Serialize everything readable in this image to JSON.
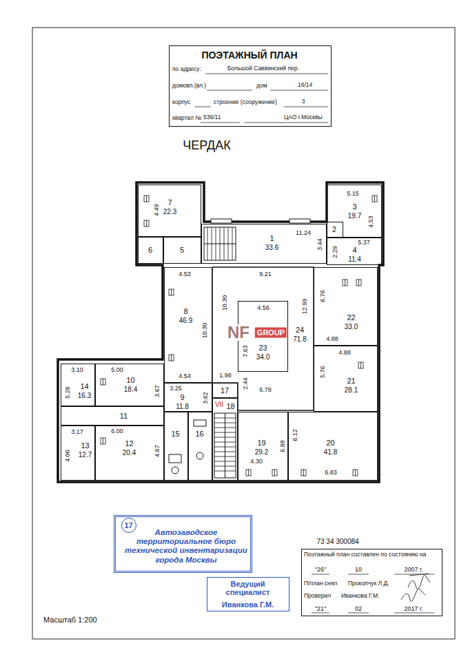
{
  "diagram": {
    "title": "ЧЕРДАК",
    "nodes": [
      {
        "text": [
          "ПОЭТАЖНЫЙ ПЛАН",
          "по адресу:",
          "Большой Саввинский пер.",
          "домовл.(вл.)",
          "дом",
          "16/14",
          "корпус",
          "строение (сооружение)",
          "3",
          "квартал №",
          "536/11",
          "ЦАО г.Москвы"
        ]
      },
      {
        "text": [
          "7",
          "22.3"
        ]
      },
      {
        "text": [
          "1",
          "33.6"
        ]
      },
      {
        "text": [
          "3",
          "19.7"
        ]
      },
      {
        "text": [
          "2"
        ],
        "in": 3
      },
      {
        "text": [
          "6"
        ]
      },
      {
        "text": [
          "5"
        ]
      },
      {
        "text": [
          "4",
          "11.4"
        ]
      },
      {
        "text": [
          "8",
          "46.9"
        ]
      },
      {
        "text": [
          "24",
          "71.8"
        ]
      },
      {
        "text": [
          "22",
          "33.0"
        ]
      },
      {
        "text": [
          "23",
          "34.0"
        ],
        "in": 9
      },
      {
        "text": [
          "14",
          "16.3"
        ]
      },
      {
        "text": [
          "10",
          "18.4"
        ]
      },
      {
        "text": [
          "21",
          "28.1"
        ]
      },
      {
        "text": [
          "9",
          "11.8"
        ]
      },
      {
        "text": [
          "17"
        ]
      },
      {
        "text": [
          "11"
        ]
      },
      {
        "text": [
          "18"
        ]
      },
      {
        "text": [
          "13",
          "12.7"
        ]
      },
      {
        "text": [
          "12",
          "20.4"
        ]
      },
      {
        "text": [
          "15"
        ]
      },
      {
        "text": [
          "16"
        ]
      },
      {
        "text": [
          "19",
          "29.2"
        ]
      },
      {
        "text": [
          "20",
          "41.8"
        ]
      },
      {
        "text": [
          "Автозаводское территориальное бюро технической инвентаризации города Москвы"
        ]
      },
      {
        "text": [
          "17"
        ],
        "in": 25
      },
      {
        "text": [
          "Ведущий специалист",
          "Иванкова Г.М."
        ]
      },
      {
        "text": [
          "Поэтажный план составлен по состоянию на",
          "\"26\"",
          "10",
          "2007 г.",
          "П/план снял",
          "Прокопчук Л.Д.",
          "Проверил",
          "Иванкова Г.М.",
          "\"21\"",
          "02",
          "2017 г."
        ]
      }
    ],
    "edges": [],
    "labels": [
      "4.49",
      "5.15",
      "4.53",
      "11.24",
      "3.44",
      "2.29",
      "5.37",
      "4.53",
      "9.21",
      "10.30",
      "4.56",
      "12.99",
      "6.76",
      "10.30",
      "4.88",
      "4.88",
      "7.63",
      "5.76",
      "4.54",
      "1.98",
      "3.10",
      "5.00",
      "5.26",
      "3.67",
      "3.25",
      "3.62",
      "2.44",
      "6.78",
      "3.17",
      "6.00",
      "4.00",
      "4.67",
      "6.12",
      "6.88",
      "4.30",
      "6.83",
      "VII",
      "NF",
      "GROUP",
      "73 34 300084",
      "Масштаб 1:200"
    ]
  }
}
